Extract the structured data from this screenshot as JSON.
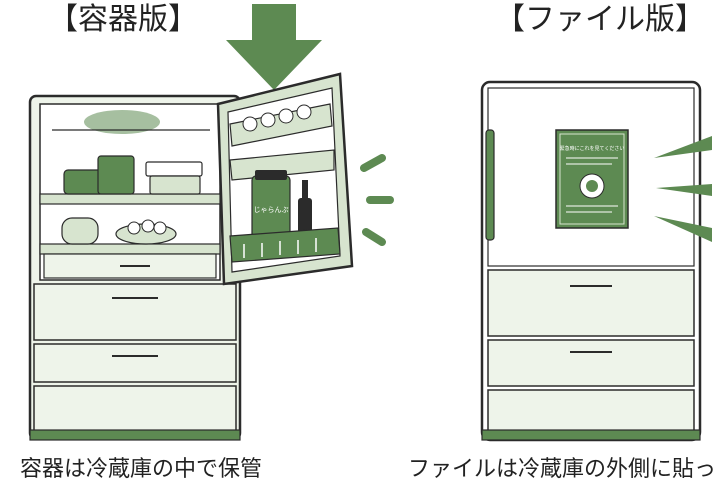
{
  "panels": {
    "left": {
      "title": "【容器版】",
      "caption": "容器は冷蔵庫の中で保管"
    },
    "right": {
      "title": "【ファイル版】",
      "caption": "ファイルは冷蔵庫の外側に貼っ"
    }
  },
  "jar_label": "じゃらんぷ",
  "file_heading": "緊急時にこれを見てください",
  "colors": {
    "green": "#5d8a52",
    "green_light": "#d7e4cf",
    "green_pale": "#eef4ea",
    "outline": "#2b2b2b"
  },
  "icons": [
    "down-arrow-icon",
    "attention-burst-icon",
    "attention-burst-icon"
  ]
}
